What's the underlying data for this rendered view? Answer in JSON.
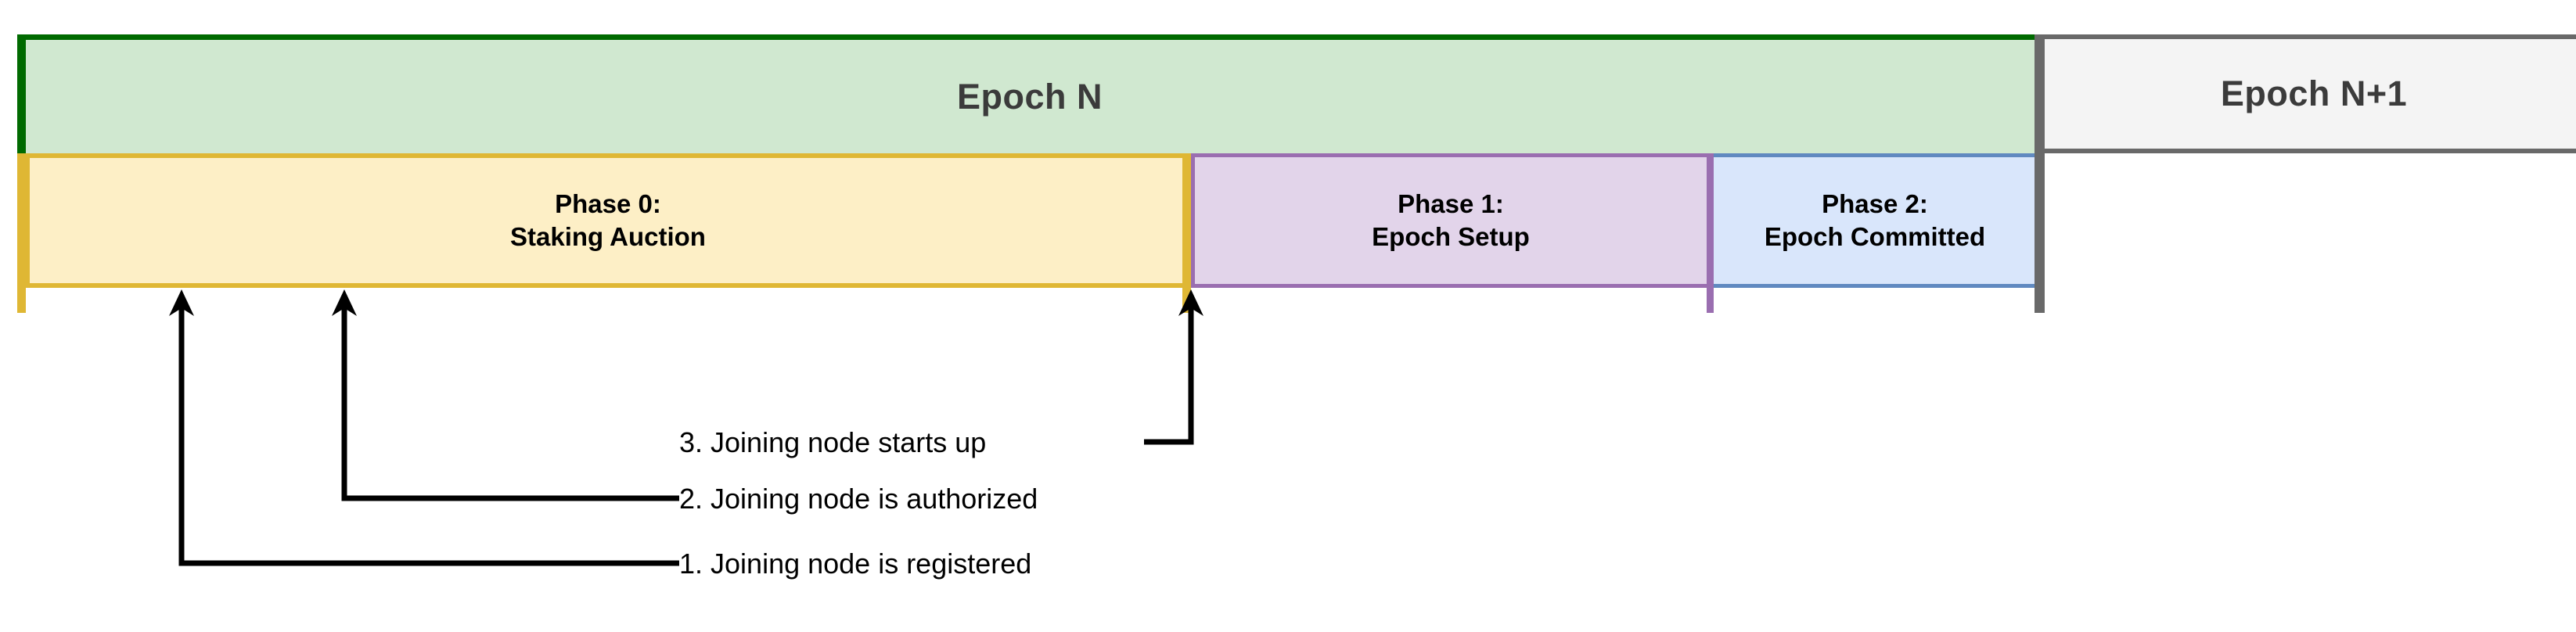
{
  "diagram": {
    "title_hidden": "",
    "epochs": [
      {
        "id": "epoch-n",
        "label": "Epoch N",
        "fill": "#d0e8d0",
        "border": "#006a00"
      },
      {
        "id": "epoch-n-plus-1",
        "label": "Epoch N+1",
        "fill": "#f4f4f4",
        "border": "#696969"
      }
    ],
    "phases": [
      {
        "id": "phase-0",
        "title": "Phase 0:",
        "subtitle": "Staking Auction",
        "fill": "#fdefc6",
        "border": "#dfb734"
      },
      {
        "id": "phase-1",
        "title": "Phase 1:",
        "subtitle": "Epoch Setup",
        "fill": "#e2d4ea",
        "border": "#9a6eb0"
      },
      {
        "id": "phase-2",
        "title": "Phase 2:",
        "subtitle": "Epoch Committed",
        "fill": "#d9e6fb",
        "border": "#6089c0"
      }
    ],
    "annotations": [
      {
        "id": "annotation-3",
        "label": "3. Joining node starts up"
      },
      {
        "id": "annotation-2",
        "label": "2. Joining node is authorized"
      },
      {
        "id": "annotation-1",
        "label": "1. Joining node is registered"
      }
    ],
    "colors": {
      "epoch_divider": "#696969",
      "epoch_start_marker": "#006a00",
      "phase0_start_marker": "#dfb734",
      "leader_line": "#000000"
    }
  }
}
